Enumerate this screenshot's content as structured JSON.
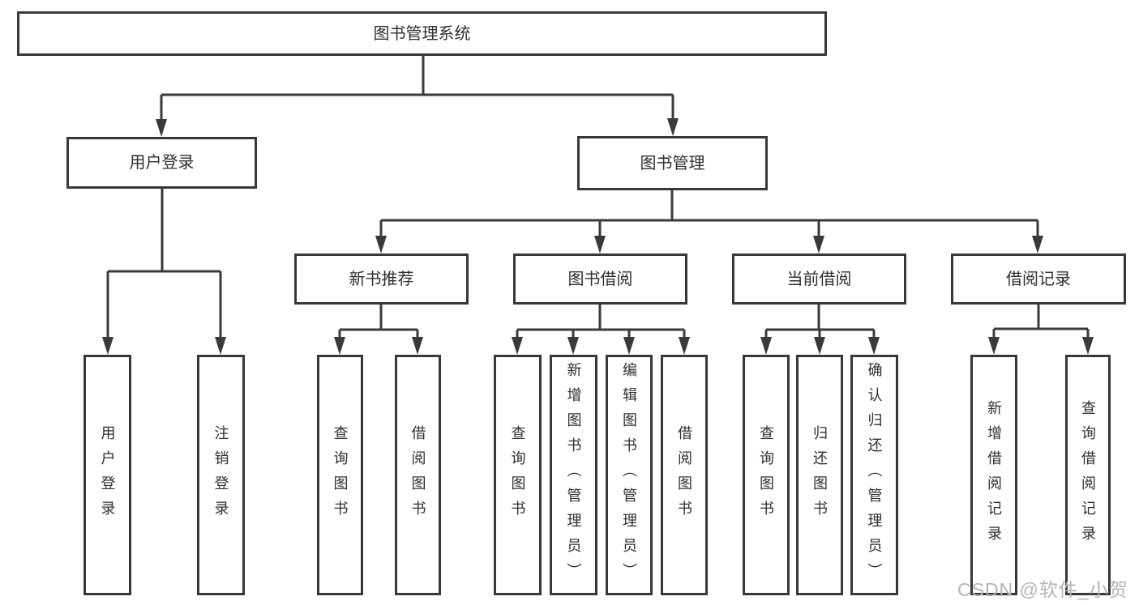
{
  "diagram": {
    "title": "图书管理系统",
    "type": "hierarchy-tree",
    "root": {
      "label": "图书管理系统"
    },
    "level2": [
      {
        "label": "用户登录"
      },
      {
        "label": "图书管理"
      }
    ],
    "level3": [
      {
        "label": "新书推荐"
      },
      {
        "label": "图书借阅"
      },
      {
        "label": "当前借阅"
      },
      {
        "label": "借阅记录"
      }
    ],
    "leaves": [
      {
        "label": "用户登录"
      },
      {
        "label": "注销登录"
      },
      {
        "label": "查询图书"
      },
      {
        "label": "借阅图书"
      },
      {
        "label": "查询图书"
      },
      {
        "label": "新增图书（管理员）"
      },
      {
        "label": "编辑图书（管理员）"
      },
      {
        "label": "借阅图书"
      },
      {
        "label": "查询图书"
      },
      {
        "label": "归还图书"
      },
      {
        "label": "确认归还（管理员）"
      },
      {
        "label": "新增借阅记录"
      },
      {
        "label": "查询借阅记录"
      }
    ],
    "hierarchy": {
      "图书管理系统": [
        "用户登录",
        "图书管理"
      ],
      "用户登录": [
        "用户登录",
        "注销登录"
      ],
      "图书管理": [
        "新书推荐",
        "图书借阅",
        "当前借阅",
        "借阅记录"
      ],
      "新书推荐": [
        "查询图书",
        "借阅图书"
      ],
      "图书借阅": [
        "查询图书",
        "新增图书（管理员）",
        "编辑图书（管理员）",
        "借阅图书"
      ],
      "当前借阅": [
        "查询图书",
        "归还图书",
        "确认归还（管理员）"
      ],
      "借阅记录": [
        "新增借阅记录",
        "查询借阅记录"
      ]
    },
    "colors": {
      "line": "#3a3a3a",
      "box_border": "#383838",
      "text": "#2f2f2f",
      "watermark": "#b4b4b9",
      "background": "#ffffff"
    },
    "watermark": "CSDN @软件_小贺同学"
  }
}
